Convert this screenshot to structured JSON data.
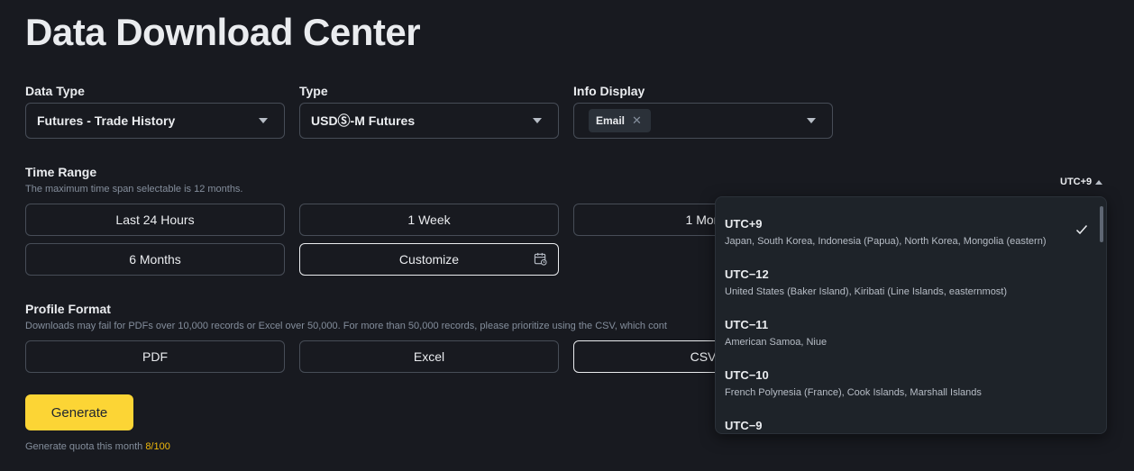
{
  "page": {
    "title": "Data Download Center"
  },
  "data_type": {
    "label": "Data Type",
    "value": "Futures - Trade History"
  },
  "type": {
    "label": "Type",
    "value": "USDⓈ-M Futures"
  },
  "info_display": {
    "label": "Info Display",
    "chips": [
      {
        "label": "Email",
        "remove": "✕"
      }
    ]
  },
  "time_range": {
    "label": "Time Range",
    "hint": "The maximum time span selectable is 12 months.",
    "options": [
      "Last 24 Hours",
      "1 Week",
      "1 Mon",
      "6 Months",
      "Customize"
    ],
    "selected": "Customize",
    "timezone": "UTC+9"
  },
  "profile_format": {
    "label": "Profile Format",
    "hint": "Downloads may fail for PDFs over 10,000 records or Excel over 50,000. For more than 50,000 records, please prioritize using the CSV, which cont",
    "options": [
      "PDF",
      "Excel",
      "CSV"
    ],
    "selected": "CSV"
  },
  "generate": {
    "label": "Generate",
    "quota_label": "Generate quota this month",
    "quota_value": "8/100"
  },
  "timezone_dropdown": {
    "items": [
      {
        "code": "UTC+9",
        "desc": "Japan, South Korea, Indonesia (Papua), North Korea, Mongolia (eastern)",
        "selected": true
      },
      {
        "code": "UTC−12",
        "desc": "United States (Baker Island), Kiribati (Line Islands, easternmost)",
        "selected": false
      },
      {
        "code": "UTC−11",
        "desc": "American Samoa, Niue",
        "selected": false
      },
      {
        "code": "UTC−10",
        "desc": "French Polynesia (France), Cook Islands, Marshall Islands",
        "selected": false
      },
      {
        "code": "UTC−9",
        "desc": "",
        "selected": false
      }
    ]
  },
  "colors": {
    "background": "#181a20",
    "accent": "#fcd535",
    "border": "#474d57",
    "quota_highlight": "#f0b90b"
  }
}
